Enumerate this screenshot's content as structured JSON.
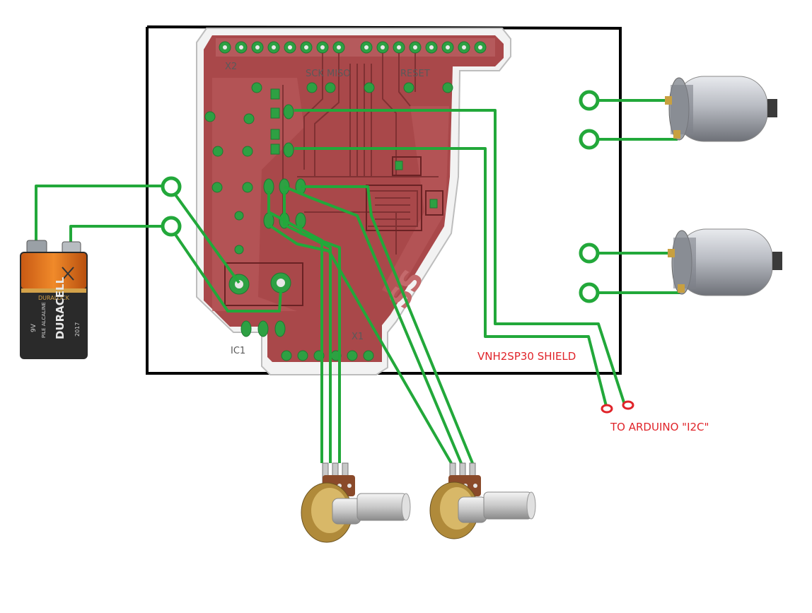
{
  "labels": {
    "shield": "VNH2SP30 SHIELD",
    "arduino": "TO ARDUINO \"I2C\""
  },
  "pcb_silkscreen": {
    "header_left": "X2",
    "header_right": "X1",
    "pins": "SCK MISO",
    "reset": "RESET",
    "ic": "IC1"
  },
  "battery": {
    "brand": "DURACELL",
    "brand_secondary": "DURALOCK",
    "voltage": "9V",
    "text": "PILE ALCALINE",
    "year": "2017"
  },
  "colors": {
    "wire": "#22a83a",
    "pcb": "#a9484a",
    "pcb_trace": "#b8585a",
    "accent_red": "#e0242a",
    "outline": "#000000"
  },
  "components": [
    "9v-battery",
    "vnh2sp30-shield-pcb",
    "dc-motor-1",
    "dc-motor-2",
    "potentiometer-1",
    "potentiometer-2"
  ]
}
